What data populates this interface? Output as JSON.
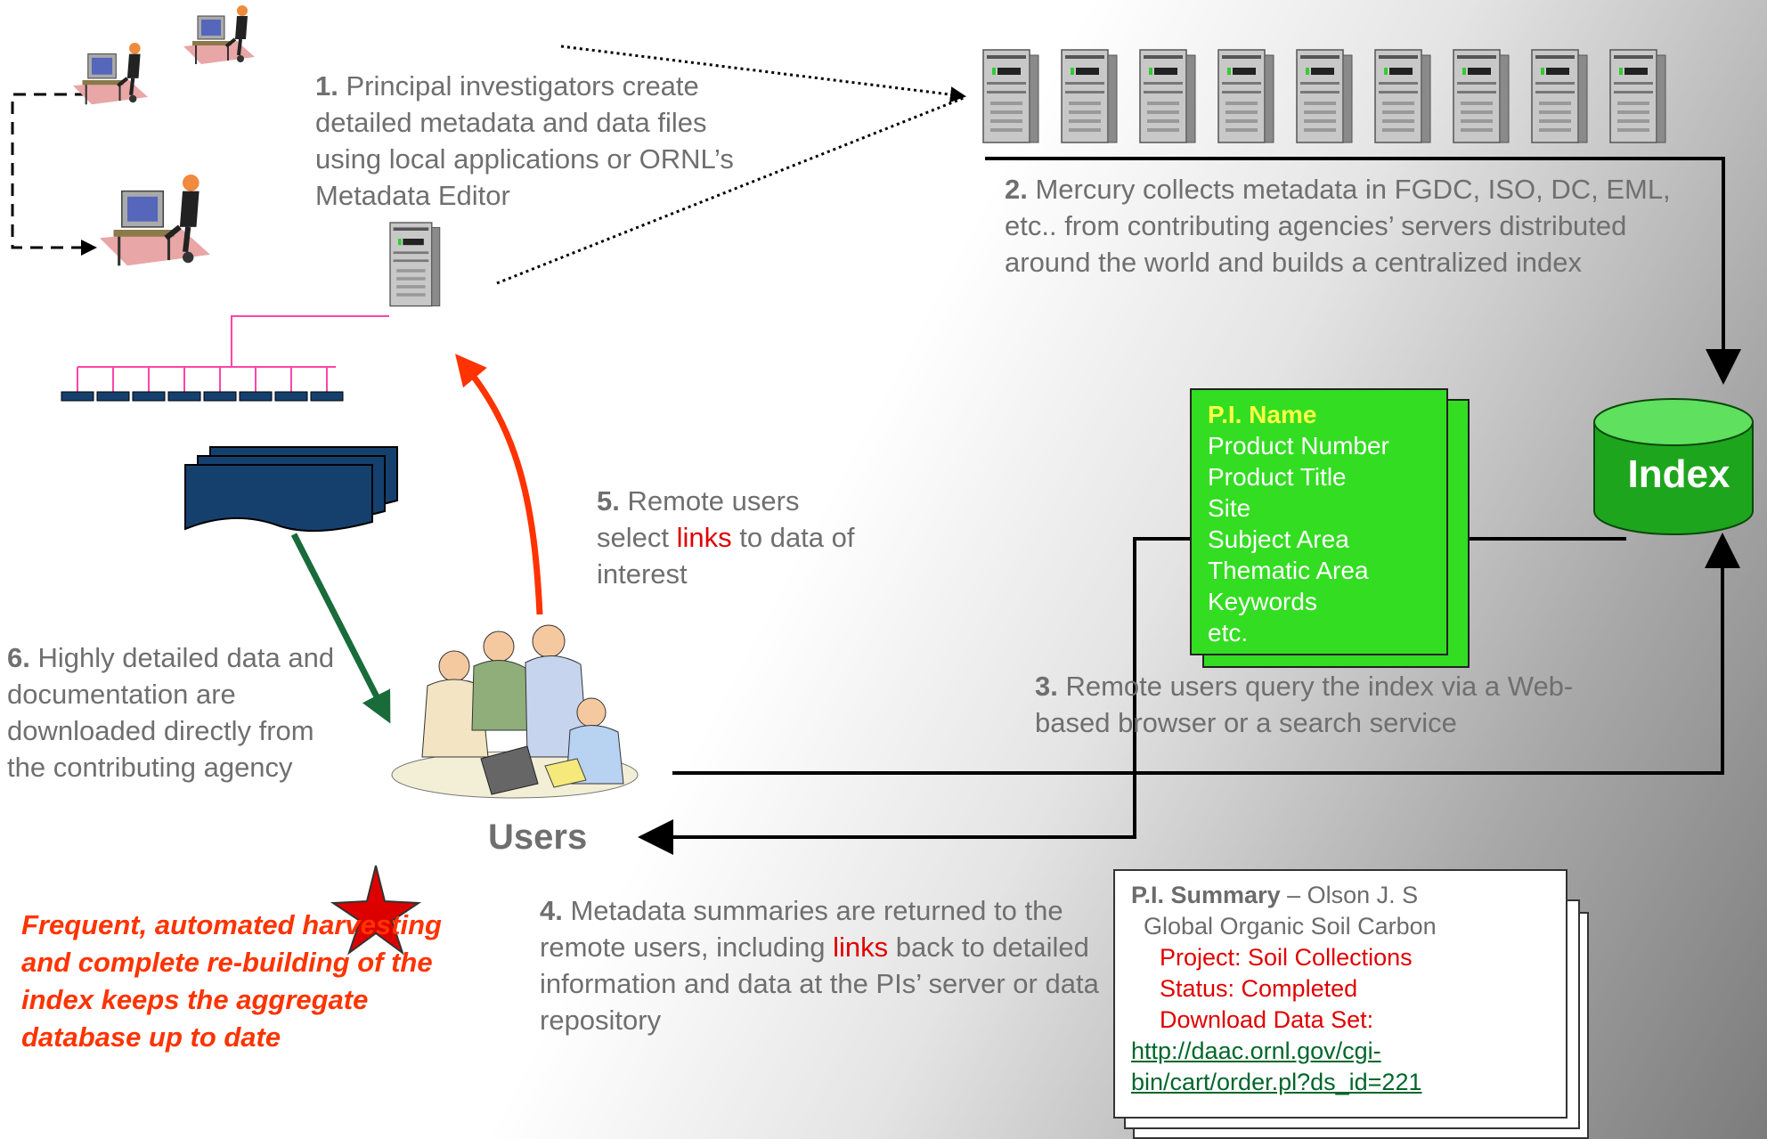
{
  "step1": {
    "num": "1.",
    "text": "Principal investigators create detailed metadata and data files using local applications or ORNL’s Metadata Editor"
  },
  "step2": {
    "num": "2.",
    "text": "Mercury collects metadata in FGDC, ISO, DC, EML, etc.. from contributing agencies’ servers distributed around the world and builds a centralized index"
  },
  "step3": {
    "num": "3.",
    "text": "Remote users query the index via a Web-based browser or a search service"
  },
  "step4": {
    "num": "4.",
    "text_before": "Metadata summaries are returned to the remote users, including ",
    "link_word": "links",
    "text_after": " back to detailed information and data at the PIs’ server or data repository"
  },
  "step5": {
    "num": "5.",
    "text_before": "Remote users select ",
    "link_word": "links",
    "text_after": " to data of interest"
  },
  "step6": {
    "num": "6.",
    "text": "Highly detailed data and documentation are downloaded directly from the contributing agency"
  },
  "users_label": "Users",
  "index_label": "Index",
  "footnote": "Frequent, automated harvesting and complete re-building of the index keeps the aggregate database up to date",
  "metadata_card": {
    "title": "P.I. Name",
    "fields": [
      "Product Number",
      "Product Title",
      "Site",
      "Subject Area",
      "Thematic Area",
      "Keywords",
      "etc."
    ]
  },
  "summary_card": {
    "label": "P.I. Summary",
    "sep": " – ",
    "name": "Olson J. S",
    "title": "Global Organic Soil Carbon",
    "project": "Project: Soil Collections",
    "status": "Status: Completed",
    "download": "Download Data Set:",
    "url_line1": "http://daac.ornl.gov/cgi-",
    "url_line2": "bin/cart/order.pl?ds_id=221"
  },
  "colors": {
    "index_cylinder": "#1ea51e",
    "metadata_card": "#33dd22",
    "arrow_red": "#ff3300",
    "arrow_green": "#1a6b3a",
    "network_line": "#ff44aa",
    "link_text": "#e00000",
    "url_text": "#00662a",
    "star": "#dd0000"
  },
  "icons": [
    "server-icon",
    "workstation-user-icon",
    "network-bus-icon",
    "document-stack-icon",
    "users-group-icon",
    "database-cylinder-icon",
    "star-icon"
  ]
}
